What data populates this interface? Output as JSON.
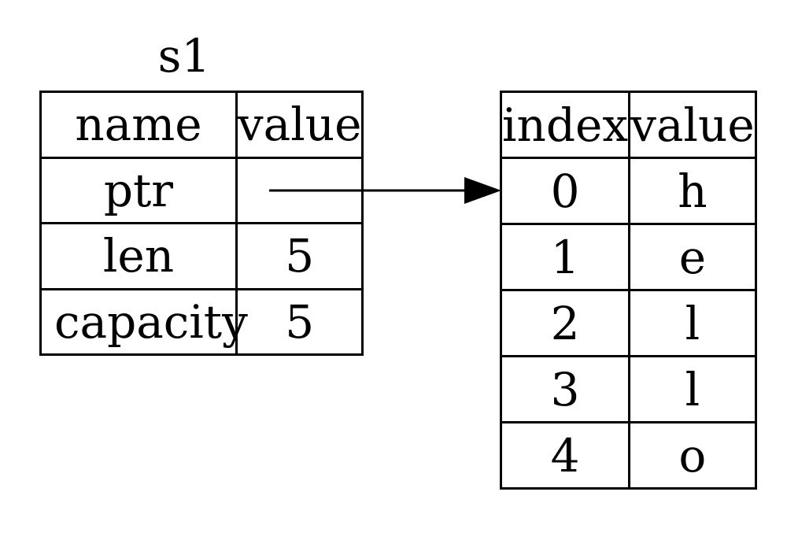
{
  "diagram": {
    "background_color": "#ffffff",
    "stroke_color": "#000000",
    "variable_label": "s1",
    "stack_table": {
      "headers": {
        "col1": "name",
        "col2": "value"
      },
      "rows": [
        {
          "name": "ptr",
          "value": ""
        },
        {
          "name": "len",
          "value": "5"
        },
        {
          "name": "capacity",
          "value": "5"
        }
      ]
    },
    "heap_table": {
      "headers": {
        "col1": "index",
        "col2": "value"
      },
      "rows": [
        {
          "index": "0",
          "value": "h"
        },
        {
          "index": "1",
          "value": "e"
        },
        {
          "index": "2",
          "value": "l"
        },
        {
          "index": "3",
          "value": "l"
        },
        {
          "index": "4",
          "value": "o"
        }
      ]
    }
  }
}
